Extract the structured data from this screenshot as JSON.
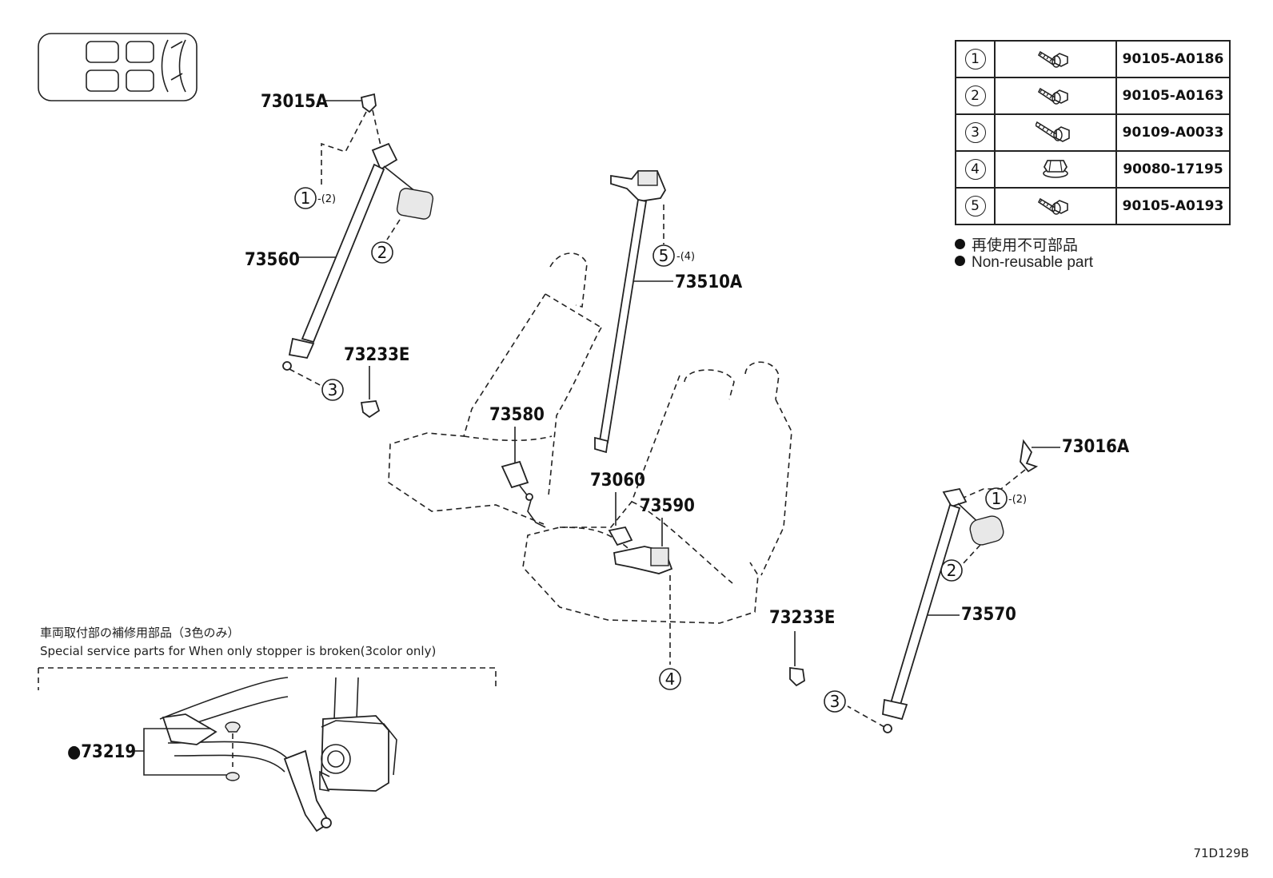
{
  "labels": {
    "p73015A": "73015A",
    "p73560": "73560",
    "p73233E_a": "73233E",
    "p73580": "73580",
    "p73510A": "73510A",
    "p73060": "73060",
    "p73590": "73590",
    "p73233E_b": "73233E",
    "p73016A": "73016A",
    "p73570": "73570",
    "p73219": "●73219"
  },
  "callouts": {
    "c1_left": "1",
    "c1_left_qty": "-(2)",
    "c2_left": "2",
    "c3_left": "3",
    "c5_center": "5",
    "c5_center_qty": "-(4)",
    "c4_center": "4",
    "c1_right": "1",
    "c1_right_qty": "-(2)",
    "c2_right": "2",
    "c3_right": "3"
  },
  "bolt_table": [
    {
      "index": "1",
      "icon": "flange-bolt-icon",
      "part_no": "90105-A0186"
    },
    {
      "index": "2",
      "icon": "flange-bolt-icon",
      "part_no": "90105-A0163"
    },
    {
      "index": "3",
      "icon": "long-bolt-icon",
      "part_no": "90109-A0033"
    },
    {
      "index": "4",
      "icon": "flange-nut-icon",
      "part_no": "90080-17195"
    },
    {
      "index": "5",
      "icon": "flange-bolt-icon",
      "part_no": "90105-A0193"
    }
  ],
  "legend": {
    "jp": "再使用不可部品",
    "en": "Non-reusable part"
  },
  "note": {
    "jp": "車両取付部の補修用部品（3色のみ）",
    "en": "Special service parts for When only stopper is broken(3color only)"
  },
  "diagram_code": "71D129B"
}
